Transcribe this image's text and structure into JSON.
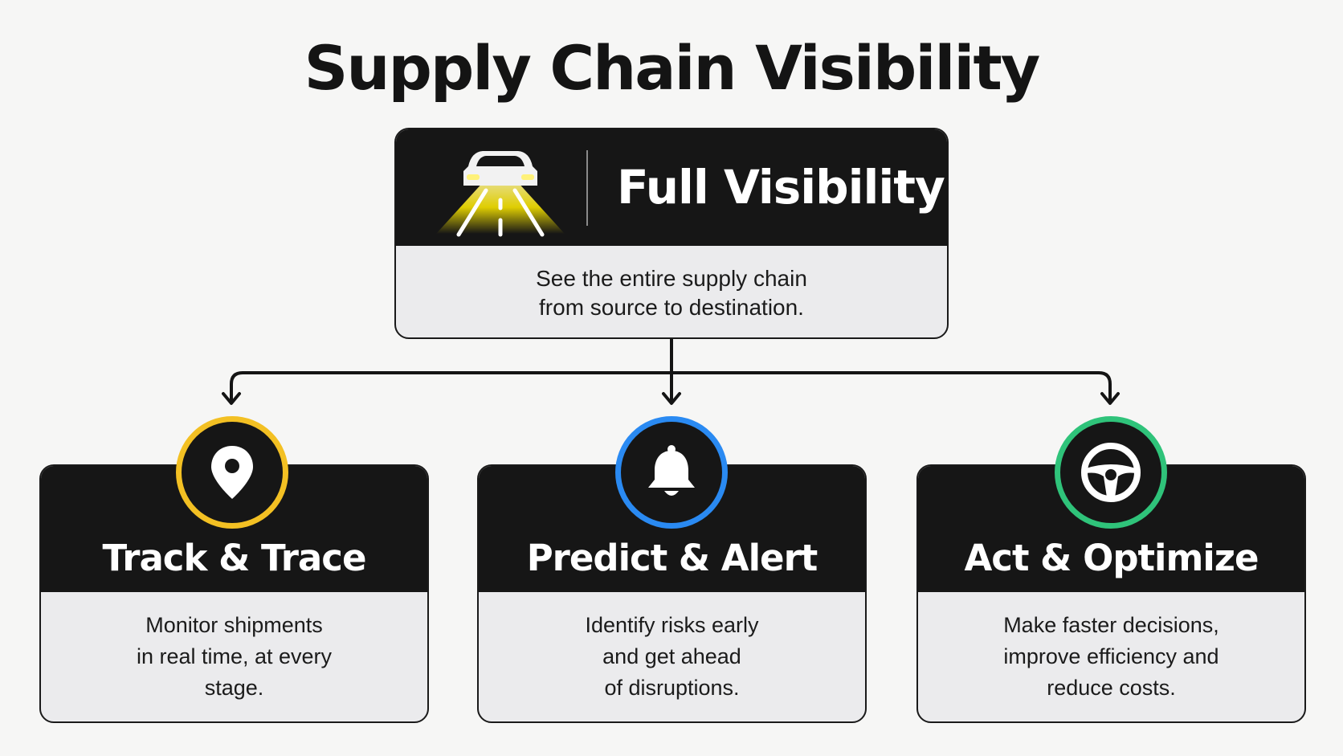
{
  "title": "Supply Chain Visibility",
  "top_card": {
    "title": "Full Visibility",
    "description": "See the entire supply chain\nfrom source to destination.",
    "icon": "car-headlights-road-icon"
  },
  "cards": [
    {
      "title": "Track & Trace",
      "description": "Monitor shipments\nin real time, at every\nstage.",
      "icon": "location-pin-icon",
      "accent": "#f3c023"
    },
    {
      "title": "Predict & Alert",
      "description": "Identify risks early\nand get ahead\nof disruptions.",
      "icon": "bell-icon",
      "accent": "#2a8af2"
    },
    {
      "title": "Act & Optimize",
      "description": "Make faster decisions,\nimprove efficiency and\nreduce costs.",
      "icon": "steering-wheel-icon",
      "accent": "#2fc37a"
    }
  ],
  "colors": {
    "header_bg": "#161616",
    "body_bg": "#ebebed",
    "page_bg": "#f6f6f5",
    "headlight_yellow": "#f5e200"
  }
}
